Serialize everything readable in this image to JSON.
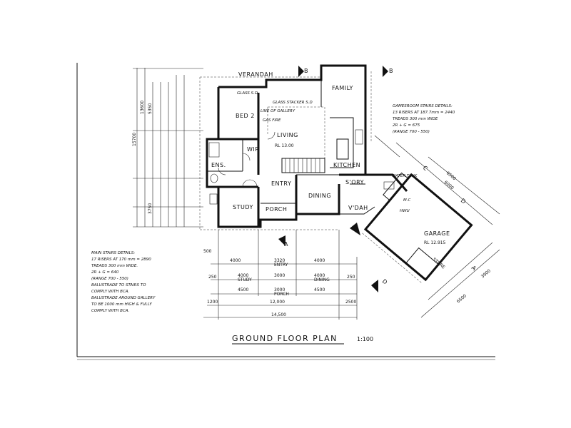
{
  "title": "GROUND FLOOR PLAN",
  "scale": "1:100",
  "rooms": {
    "verandah": "VERANDAH",
    "family": "FAMILY",
    "bed2": "BED 2",
    "living": "LIVING",
    "living_rl": "RL 13.00",
    "wir": "WIR",
    "ens": "ENS.",
    "kitchen": "KITCHEN",
    "entry": "ENTRY",
    "dining": "DINING",
    "study": "STUDY",
    "porch": "PORCH",
    "sory": "S'ORY",
    "vdah": "V'DAH",
    "garage": "GARAGE",
    "garage_rl": "RL 12.915",
    "store": "STORE"
  },
  "section_marks": {
    "a_bottom": "A",
    "a_right": "A",
    "b_top_left": "B",
    "b_top_right": "B",
    "c_right": "C",
    "d_right": "D",
    "d_bottom": "D"
  },
  "labels": {
    "glass_sd": "GLASS S.D",
    "glass_stacker": "GLASS STACKER S.D",
    "line_gallery": "LINE OF GALLERY",
    "gas_fire": "GAS FIRE",
    "water_tank": "WATER TANK",
    "hwu": "HWU",
    "mc": "M.C"
  },
  "notes": {
    "gamesroom": [
      "GAMESROOM STAIRS DETAILS:",
      "13 RISERS AT 187.7mm = 2440",
      "TREADS 300 mm WIDE",
      "2R + G = 675",
      "(RANGE 700 - 550)"
    ],
    "main_stairs": [
      "MAIN STAIRS DETAILS:",
      "17 RISERS AT 170 mm = 2890",
      "TREADS 300 mm WIDE.",
      "2R + G = 640",
      "(RANGE 700 - 550)",
      "BALUSTRADE TO STAIRS TO",
      "COMPLY WITH BCA.",
      "BALUSTRADE AROUND GALLERY",
      "TO BE 1000 mm HIGH & FULLY",
      "COMPLY WITH BCA."
    ]
  },
  "dims": {
    "left_overall": "15700",
    "left_2": "13600",
    "left_3": "3750",
    "left_4": "5350",
    "bot_row1": [
      "4000",
      "3320",
      "4000"
    ],
    "bot_row1_sub": [
      "",
      "ENTRY",
      ""
    ],
    "bot_row2": [
      "4000",
      "3000",
      "4000"
    ],
    "bot_row2_sub": [
      "STUDY",
      "",
      "DINING"
    ],
    "bot_row3": [
      "4500",
      "3000",
      "4500"
    ],
    "bot_row3_sub": [
      "",
      "PORCH",
      ""
    ],
    "bot_250a": "250",
    "bot_250b": "250",
    "bot_500": "500",
    "bot_1200": "1200",
    "bot_12000": "12,000",
    "bot_2500": "2500",
    "bot_14500": "14,500",
    "right_6500a": "6500",
    "right_6000": "6000",
    "right_6500b": "6500",
    "right_3900": "3900"
  }
}
